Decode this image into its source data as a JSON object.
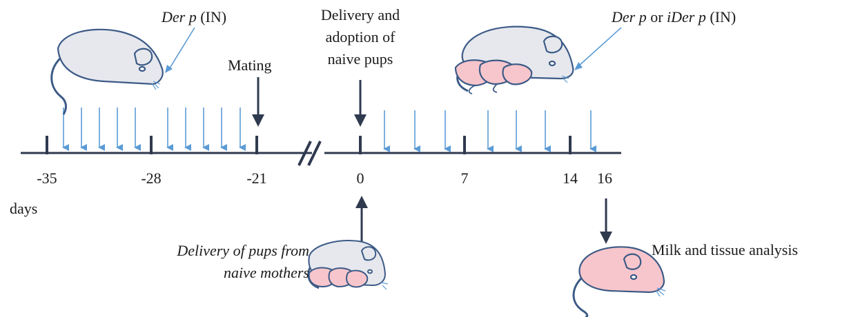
{
  "labels": {
    "top_left_treatment": {
      "agent": "Der p",
      "route": "(IN)"
    },
    "mating": "Mating",
    "delivery_adoption": [
      "Delivery and",
      "adoption of",
      "naive pups"
    ],
    "top_right_treatment": {
      "agent1": "Der p",
      "or": "or",
      "agent2": "iDer p",
      "route": "(IN)"
    },
    "pups_source": [
      "Delivery of pups from",
      "naive mothers"
    ],
    "analysis": "Milk and tissue analysis",
    "unit": "days"
  },
  "timeline": {
    "ticks": [
      "-35",
      "-28",
      "-21",
      "0",
      "7",
      "14",
      "16"
    ]
  },
  "colors": {
    "axis": "#2f3a4f",
    "treatment_arrow": "#5b9bd5",
    "mouse_gray": "#e6e8ee",
    "mouse_pink": "#f7c6cc",
    "mouse_outline": "#3c5a86"
  },
  "icons": [
    "mouse-gray-icon",
    "mouse-gray-with-pups-icon",
    "mouse-pink-icon"
  ]
}
